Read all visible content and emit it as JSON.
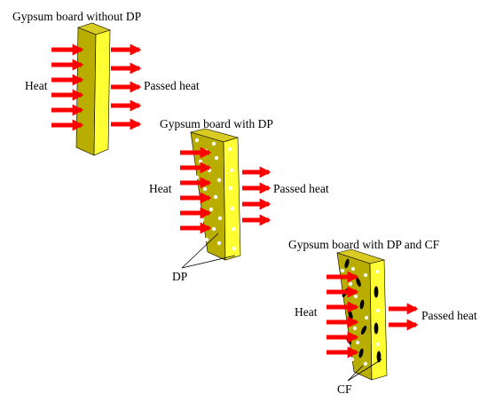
{
  "panels": [
    {
      "title": "Gypsum board without DP",
      "input_label": "Heat",
      "output_label": "Passed heat",
      "input_arrows": 6,
      "output_arrows": 5
    },
    {
      "title": "Gypsum board with  DP",
      "input_label": "Heat",
      "output_label": "Passed heat",
      "callout_label": "DP",
      "input_arrows": 6,
      "output_arrows": 4
    },
    {
      "title": "Gypsum board with DP and CF",
      "input_label": "Heat",
      "output_label": "Passed heat",
      "callout_label": "CF",
      "input_arrows": 6,
      "output_arrows": 2
    }
  ],
  "colors": {
    "board_front": "#B9AD00",
    "board_side": "#FFFF33",
    "board_top": "#D8CC22",
    "arrow": "#FF0000",
    "dp_dot": "#FFFFFF",
    "cf_fiber": "#000000"
  }
}
